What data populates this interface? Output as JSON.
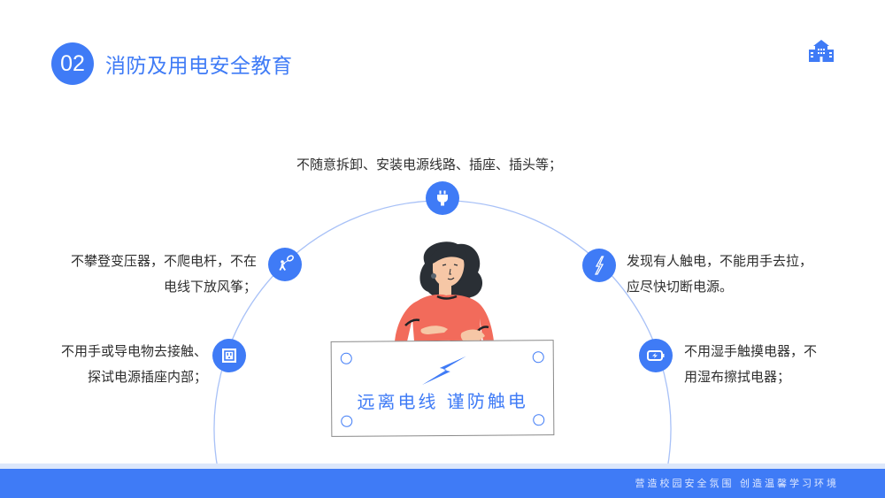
{
  "header": {
    "number": "02",
    "title": "消防及用电安全教育",
    "logo_icon": "school-building-icon"
  },
  "diagram": {
    "center_sign": {
      "text": "远离电线 谨防触电",
      "icon": "lightning-bolt-icon"
    },
    "items": [
      {
        "id": "top",
        "icon": "plug-icon",
        "lines": [
          "不随意拆卸、安装电源线路、插座、插头等；"
        ]
      },
      {
        "id": "upper-left",
        "icon": "kite-runner-icon",
        "lines": [
          "不攀登变压器，不爬电杆，不在",
          "电线下放风筝；"
        ]
      },
      {
        "id": "lower-left",
        "icon": "power-socket-icon",
        "lines": [
          "不用手或导电物去接触、",
          "探试电源插座内部；"
        ]
      },
      {
        "id": "upper-right",
        "icon": "lightning-icon",
        "lines": [
          "发现有人触电，不能用手去拉，",
          "应尽快切断电源。"
        ]
      },
      {
        "id": "lower-right",
        "icon": "battery-charge-icon",
        "lines": [
          "不用湿手触摸电器，不",
          "用湿布擦拭电器；"
        ]
      }
    ]
  },
  "footer": {
    "slogan": "营造校园安全氛围  创造温馨学习环境"
  },
  "colors": {
    "accent": "#3f7bf6",
    "footer_light": "#dce7fb",
    "arc": "#a8c1f7",
    "shirt": "#f26b5b",
    "hair": "#2a2f35"
  }
}
